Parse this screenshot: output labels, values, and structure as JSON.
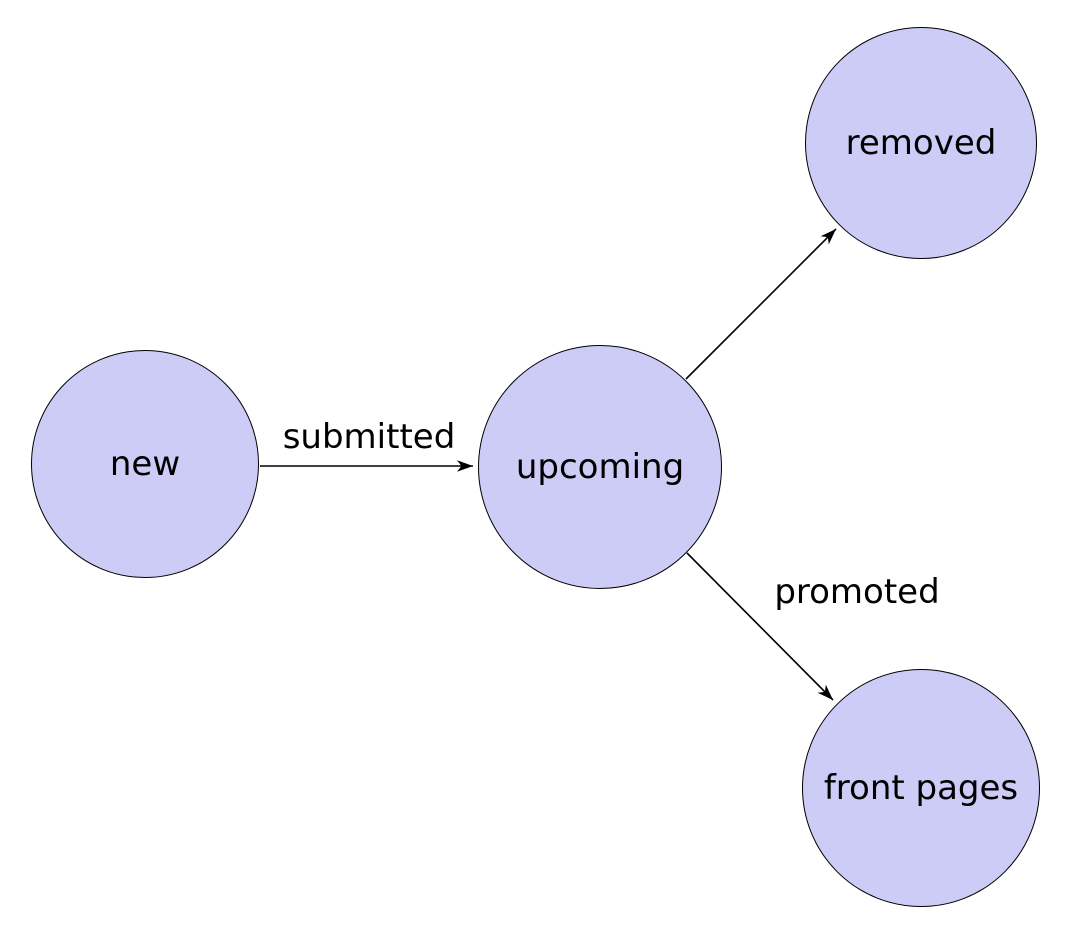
{
  "diagram": {
    "type": "state-diagram",
    "background_color": "#ffffff",
    "node_fill_color": "#ccccf7",
    "node_border_color": "#000000",
    "edge_color": "#000000",
    "text_color": "#000000",
    "nodes": [
      {
        "id": "new",
        "label": "new"
      },
      {
        "id": "upcoming",
        "label": "upcoming"
      },
      {
        "id": "removed",
        "label": "removed"
      },
      {
        "id": "front-pages",
        "label": "front pages"
      }
    ],
    "edges": [
      {
        "from": "new",
        "to": "upcoming",
        "label": "submitted"
      },
      {
        "from": "upcoming",
        "to": "removed",
        "label": ""
      },
      {
        "from": "upcoming",
        "to": "front-pages",
        "label": "promoted"
      }
    ]
  }
}
